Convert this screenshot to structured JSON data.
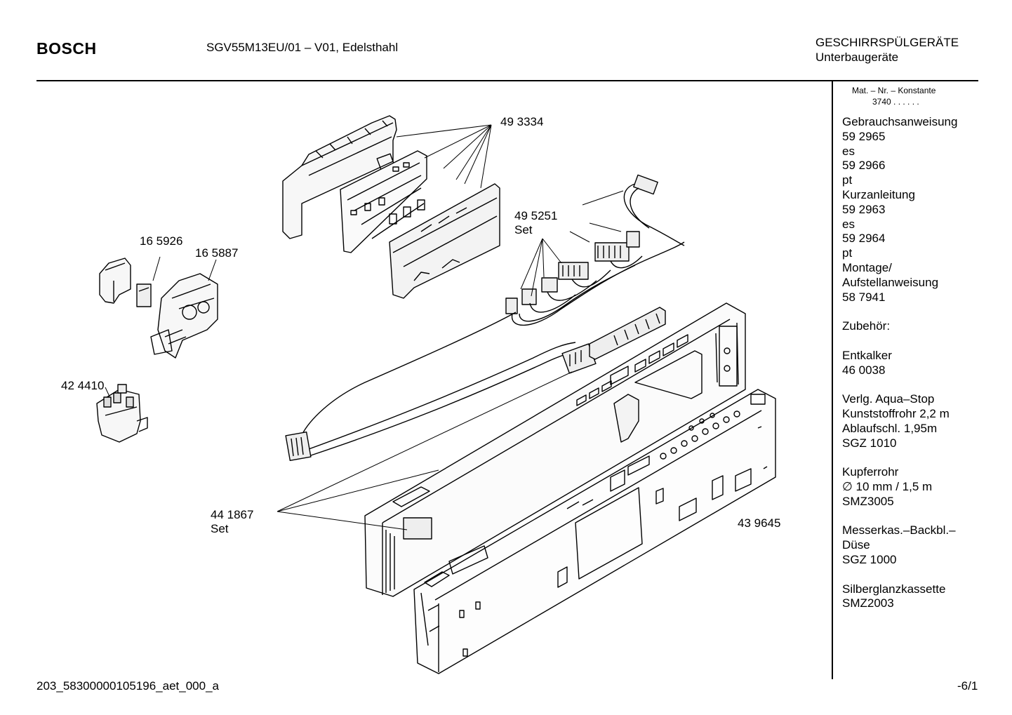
{
  "header": {
    "brand": "BOSCH",
    "model": "SGV55M13EU/01 – V01, Edelsthahl",
    "category_line1": "GESCHIRRSPÜLGERÄTE",
    "category_line2": "Unterbaugeräte"
  },
  "sidebar": {
    "mat_header": "Mat. – Nr. – Konstante",
    "mat_value": "3740  .  .  .  .  .  .",
    "lines": [
      "Gebrauchsanweisung",
      "59 2965",
      "es",
      "59 2966",
      "pt",
      "Kurzanleitung",
      "59 2963",
      "es",
      "59 2964",
      "pt",
      "Montage/",
      "Aufstellanweisung",
      "58 7941",
      "",
      "Zubehör:",
      "",
      "Entkalker",
      "46 0038",
      "",
      "Verlg. Aqua–Stop",
      "Kunststoffrohr 2,2 m",
      "Ablaufschl. 1,95m",
      "SGZ 1010",
      "",
      "Kupferrohr",
      "∅ 10 mm / 1,5 m",
      "SMZ3005",
      "",
      "Messerkas.–Backbl.–",
      "Düse",
      "SGZ 1000",
      "",
      "Silberglanzkassette",
      "SMZ2003"
    ]
  },
  "parts": {
    "p493334": "49 3334",
    "p495251": "49 5251",
    "p495251_set": "Set",
    "p165926": "16 5926",
    "p165887": "16 5887",
    "p424410": "42 4410",
    "p441867": "44 1867",
    "p441867_set": "Set",
    "p439645": "43 9645"
  },
  "footer": {
    "doc_id": "203_58300000105196_aet_000_a",
    "page": "-6/1"
  }
}
